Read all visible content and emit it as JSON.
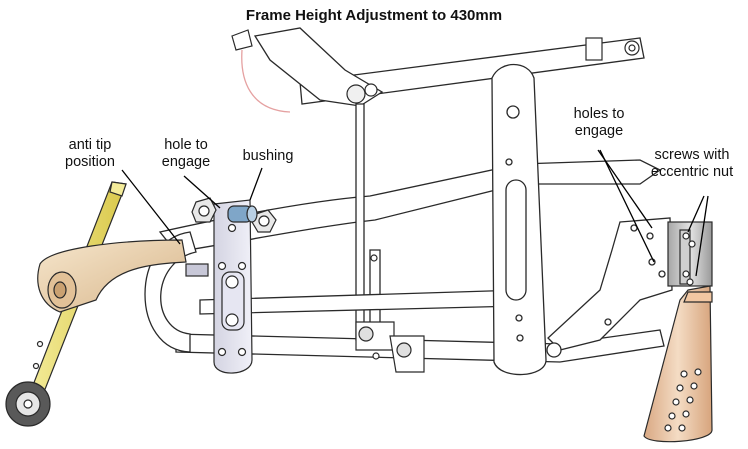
{
  "title": "Frame Height Adjustment to 430mm",
  "labels": {
    "anti_tip_line1": "anti tip",
    "anti_tip_line2": "position",
    "hole_line1": "hole to",
    "hole_line2": "engage",
    "bushing": "bushing",
    "holes_line1": "holes to",
    "holes_line2": "engage",
    "screws_line1": "screws with",
    "screws_line2": "eccentric nut"
  },
  "colors": {
    "frame_stroke": "#2a2a2a",
    "anti_tip_arm": "#e8dc6a",
    "anti_tip_body": "#e9cfa6",
    "bracket_fill": "#e4e4f0",
    "footplate": "#e9c8a8",
    "bushing_blue": "#7fa6c8"
  }
}
